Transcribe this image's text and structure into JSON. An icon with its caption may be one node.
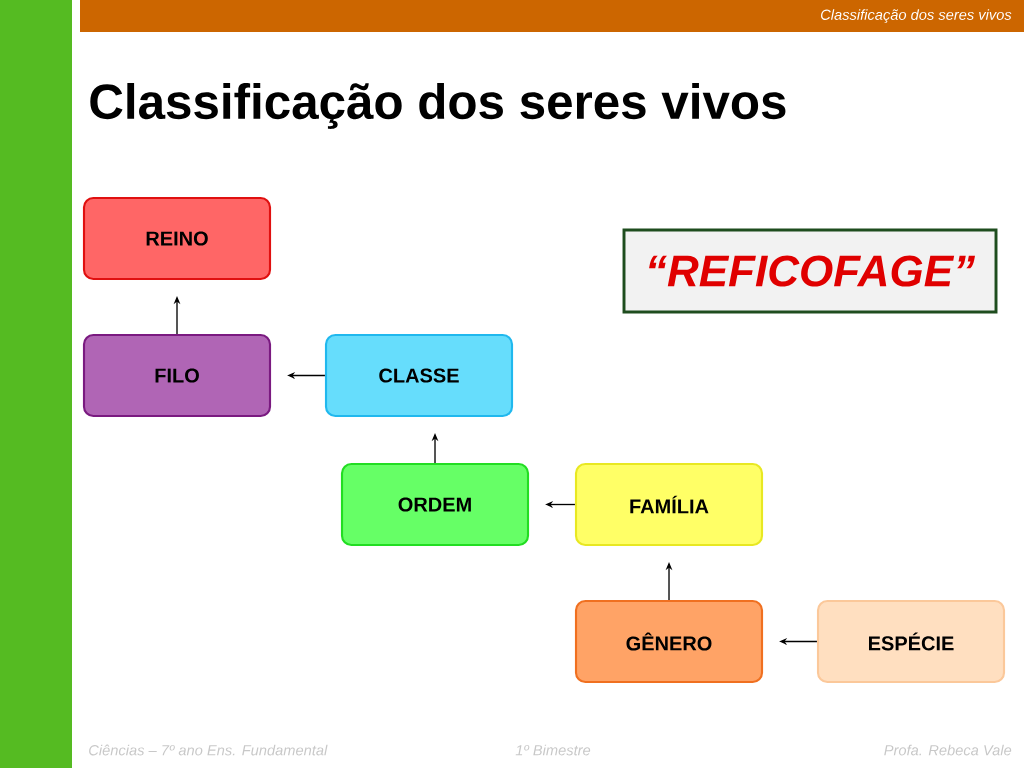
{
  "diagram": {
    "title": "Classificação dos seres vivos",
    "nodes": [
      {
        "text": [
          "REINO"
        ]
      },
      {
        "text": [
          "FILO"
        ]
      },
      {
        "text": [
          "CLASSE"
        ]
      },
      {
        "text": [
          "ORDEM"
        ]
      },
      {
        "text": [
          "FAMÍLIA"
        ]
      },
      {
        "text": [
          "GÊNERO"
        ]
      },
      {
        "text": [
          "ESPÉCIE"
        ]
      },
      {
        "text": [
          "“REFICOFAGE”"
        ]
      }
    ],
    "edges": [
      {
        "from": 1,
        "to": 0,
        "arrow": "to"
      },
      {
        "from": 2,
        "to": 1,
        "arrow": "to"
      },
      {
        "from": 3,
        "to": 2,
        "arrow": "to"
      },
      {
        "from": 4,
        "to": 3,
        "arrow": "to"
      },
      {
        "from": 5,
        "to": 4,
        "arrow": "to"
      },
      {
        "from": 6,
        "to": 5,
        "arrow": "to"
      }
    ],
    "labels": [
      "Classificação dos seres vivos",
      "Ciências – 7º ano Ens. Fundamental",
      "1º Bimestre",
      "Profa. Rebeca Vale"
    ]
  }
}
